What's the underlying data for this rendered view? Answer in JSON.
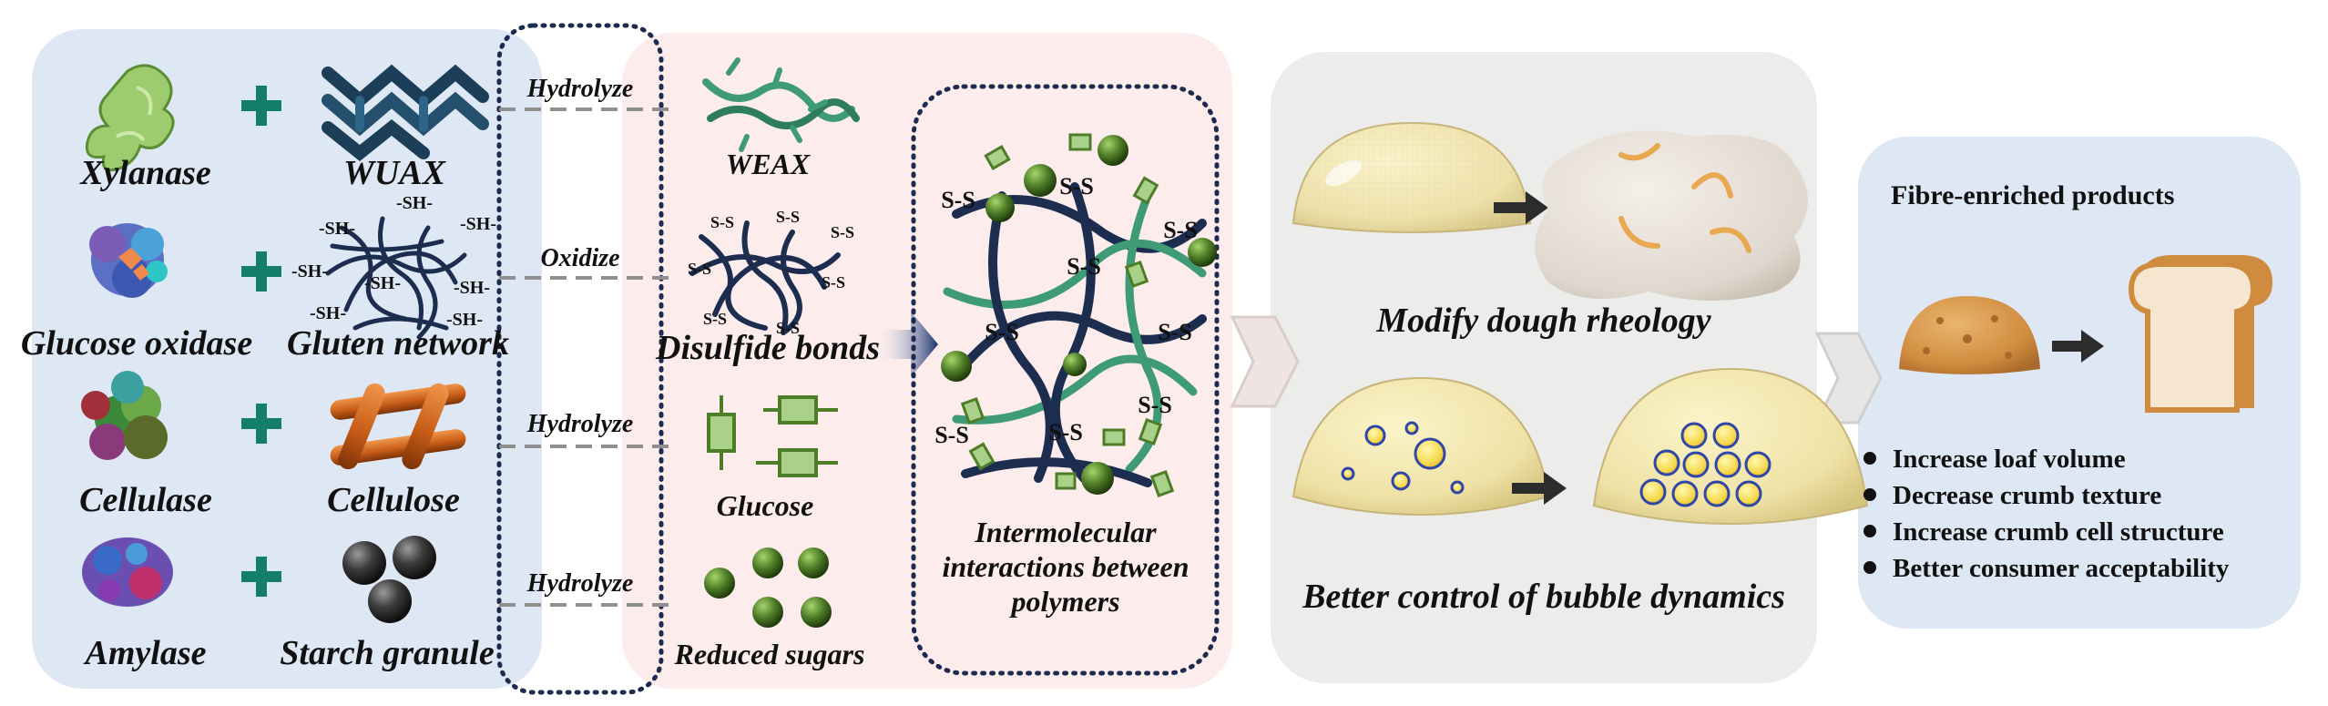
{
  "enzymes": {
    "xylanase": "Xylanase",
    "glucose_oxidase": "Glucose oxidase",
    "cellulase": "Cellulase",
    "amylase": "Amylase"
  },
  "substrates": {
    "wuax": "WUAX",
    "gluten_network": "Gluten network",
    "cellulose": "Cellulose",
    "starch_granule": "Starch granule"
  },
  "actions": {
    "hydrolyze": "Hydrolyze",
    "oxidize": "Oxidize"
  },
  "products": {
    "weax": "WEAX",
    "disulfide_bonds": "Disulfide bonds",
    "glucose": "Glucose",
    "reduced_sugars": "Reduced sugars"
  },
  "chem_labels": {
    "sh": "-SH-",
    "ss": "S-S"
  },
  "intermolecular": "Intermolecular interactions between polymers",
  "effects": {
    "rheology": "Modify dough rheology",
    "bubble": "Better control of bubble dynamics"
  },
  "fibre": {
    "title": "Fibre-enriched products",
    "benefits": [
      "Increase loaf volume",
      "Decrease crumb texture",
      "Increase crumb cell structure",
      "Better consumer acceptability"
    ]
  },
  "colors": {
    "blue_panel": "#dde8f4",
    "pink_panel": "#fcecec",
    "grey_panel": "#ececeb",
    "plus": "#137e6b",
    "dotted_border": "#1d2b4f",
    "green_sugar": "#4e7d28",
    "navy_fiber": "#1c2d4f",
    "teal_fiber": "#3e9b76",
    "cellulose_orange": "#c85d17"
  }
}
